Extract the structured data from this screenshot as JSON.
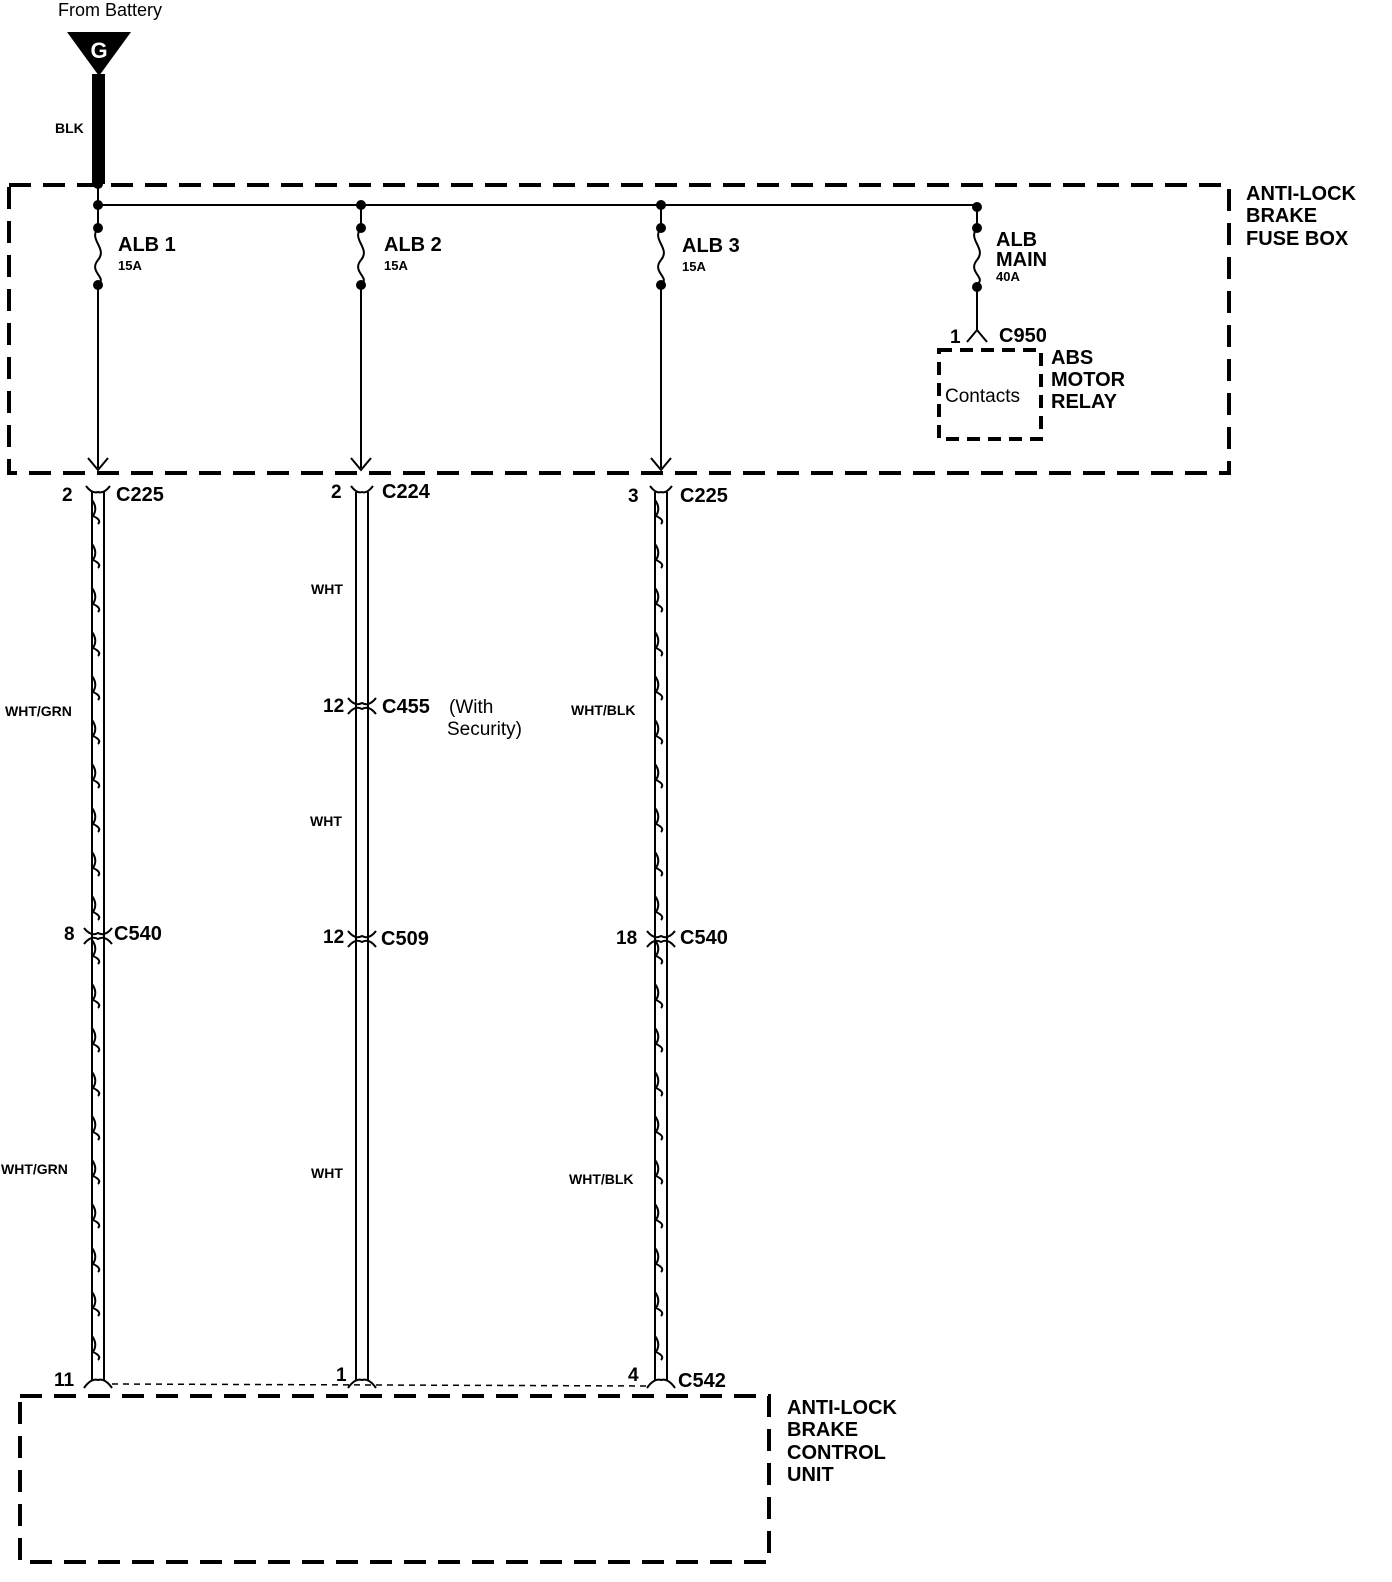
{
  "source": {
    "label": "From Battery",
    "ground_symbol": "G",
    "wire_color": "BLK"
  },
  "fuse_box": {
    "label_lines": [
      "ANTI-LOCK",
      "BRAKE",
      "FUSE BOX"
    ],
    "fuses": [
      {
        "name": "ALB 1",
        "rating": "15A"
      },
      {
        "name": "ALB 2",
        "rating": "15A"
      },
      {
        "name": "ALB 3",
        "rating": "15A"
      },
      {
        "name_lines": [
          "ALB",
          "MAIN"
        ],
        "rating": "40A"
      }
    ]
  },
  "relay": {
    "pin": "1",
    "connector": "C950",
    "contacts_label": "Contacts",
    "label_lines": [
      "ABS",
      "MOTOR",
      "RELAY"
    ]
  },
  "circuits": [
    {
      "top_pin": "2",
      "top_connector": "C225",
      "wire_upper": "WHT/GRN",
      "mid_pin": "8",
      "mid_connector": "C540",
      "wire_lower": "WHT/GRN",
      "bottom_pin": "11"
    },
    {
      "top_pin": "2",
      "top_connector": "C224",
      "wire_upper": "WHT",
      "sec_pin": "12",
      "sec_connector": "C455",
      "sec_note_lines": [
        "(With",
        "Security)"
      ],
      "wire_mid": "WHT",
      "mid_pin": "12",
      "mid_connector": "C509",
      "wire_lower": "WHT",
      "bottom_pin": "1"
    },
    {
      "top_pin": "3",
      "top_connector": "C225",
      "wire_upper": "WHT/BLK",
      "mid_pin": "18",
      "mid_connector": "C540",
      "wire_lower": "WHT/BLK",
      "bottom_pin": "4",
      "bottom_connector": "C542"
    }
  ],
  "control_unit": {
    "label_lines": [
      "ANTI-LOCK",
      "BRAKE",
      "CONTROL",
      "UNIT"
    ]
  }
}
